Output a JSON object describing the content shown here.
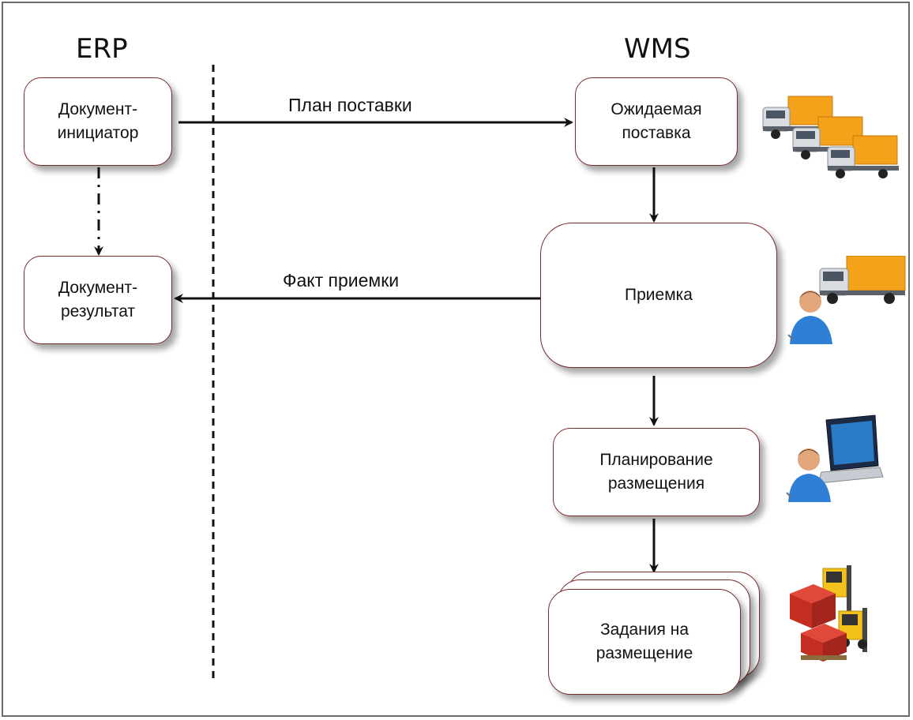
{
  "columns": {
    "erp": "ERP",
    "wms": "WMS"
  },
  "boxes": {
    "initiator": "Документ-\nинициатор",
    "result": "Документ-\nрезультат",
    "expected": "Ожидаемая\nпоставка",
    "receiving": "Приемка",
    "planning": "Планирование\nразмещения",
    "tasks": "Задания на\nразмещение"
  },
  "arrows": {
    "plan": "План поставки",
    "fact": "Факт приемки"
  },
  "icons": {
    "expected": "trucks-icon",
    "receiving": "truck-worker-icon",
    "planning": "worker-laptop-icon",
    "tasks": "forklift-boxes-icon"
  },
  "colors": {
    "box_border": "#7a2a2a",
    "truck_cargo": "#f5a21b",
    "box_red": "#d1372b",
    "forklift_yellow": "#f2c21b",
    "person_shirt": "#2f7fd6"
  }
}
